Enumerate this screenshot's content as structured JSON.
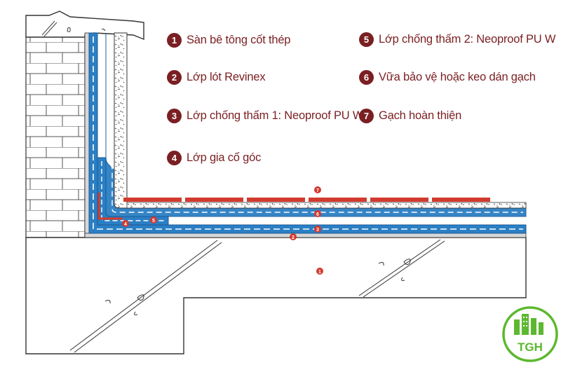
{
  "legend": [
    {
      "num": "1",
      "text": "Sàn bê tông cốt thép"
    },
    {
      "num": "2",
      "text": "Lớp lót Revinex"
    },
    {
      "num": "3",
      "text": "Lớp chống thấm 1: Neoproof PU W"
    },
    {
      "num": "4",
      "text": "Lớp gia cố góc"
    },
    {
      "num": "5",
      "text": "Lớp chống thấm 2: Neoproof PU W"
    },
    {
      "num": "6",
      "text": "Vữa bảo vệ hoặc keo dán gạch"
    },
    {
      "num": "7",
      "text": "Gạch hoàn thiện"
    }
  ],
  "markers": [
    "1",
    "2",
    "3",
    "4",
    "5",
    "6",
    "7"
  ],
  "logo": {
    "text": "TGH"
  },
  "colors": {
    "accent": "#7a1f22",
    "tile": "#d23a2e",
    "membrane": "#2b7fc4",
    "membrane_dark": "#1c5a96",
    "logo_green": "#5cb82e"
  }
}
